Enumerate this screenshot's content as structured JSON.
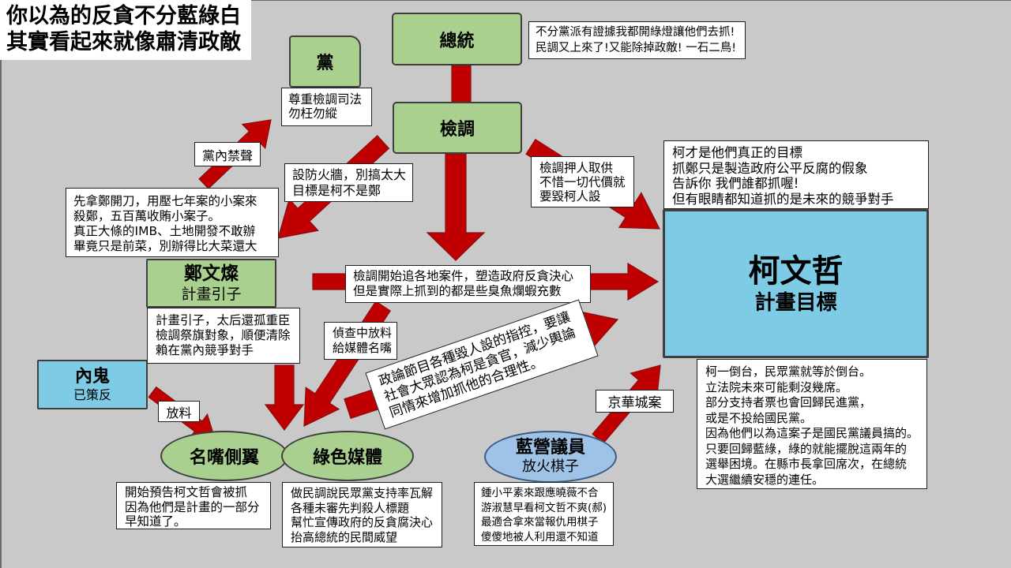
{
  "title": {
    "lines": [
      "你以為的反貪不分藍綠白",
      "其實看起來就像肅清政敵"
    ]
  },
  "colors": {
    "background": "#c9c9c9",
    "node_green": "#a9d08e",
    "node_blue": "#7dcbe5",
    "ellipse_blue": "#9fc3e6",
    "arrow_red": "#c00000"
  },
  "nodes": {
    "president": "總統",
    "party": "黨",
    "prosecutors": "檢調",
    "cheng": {
      "name": "鄭文燦",
      "role": "計畫引子"
    },
    "ko": {
      "name": "柯文哲",
      "role": "計畫目標"
    },
    "mole": {
      "name": "內鬼",
      "role": "已策反"
    },
    "pundits": "名嘴側翼",
    "green_media": "綠色媒體",
    "blue_councilors": {
      "name": "藍營議員",
      "role": "放火棋子"
    }
  },
  "notes": {
    "president": [
      "不分黨派有證據我都開綠燈讓他們去抓!",
      "民調又上來了!又能除掉政敵! 一石二鳥!"
    ],
    "party": [
      "尊重檢調司法",
      "勿枉勿縱"
    ],
    "ko_target": [
      "柯才是他們真正的目標",
      "抓鄭只是製造政府公平反腐的假象",
      "告訴你 我們誰都抓喔!",
      "但有眼睛都知道抓的是未來的競爭對手"
    ],
    "cheng_plan": [
      "先拿鄭開刀，用壓七年案的小案來",
      "殺鄭，五百萬收賄小案子。",
      "真正大條的IMB、土地開發不敢辦",
      "畢竟只是前菜，別辦得比大菜還大"
    ],
    "cheng_role": [
      "計畫引子，太后還孤重臣",
      "檢調祭旗對象，順便清除",
      "賴在黨內競爭對手"
    ],
    "ko_outcome": [
      "柯一倒台，民眾黨就等於倒台。",
      "立法院未來可能剩沒幾席。",
      "部分支持者票也會回歸民進黨，",
      "或是不投給國民黨。",
      "因為他們以為這案子是國民黨議員搞的。",
      "只要回歸藍綠，綠的就能擺脫這兩年的",
      "選舉困境。在縣市長拿回席次，在總統",
      "大選繼續安穩的連任。"
    ],
    "pundits": [
      "開始預告柯文哲會被抓",
      "因為他們是計畫的一部分",
      "早知道了。"
    ],
    "green_media": [
      "做民調說民眾黨支持率瓦解",
      "各種未審先判殺人標題",
      "幫忙宣傳政府的反貪腐決心",
      "抬高總統的民間威望"
    ],
    "blue_councilors": [
      "鍾小平素來跟應曉薇不合",
      "游淑慧早看柯文哲不爽(郝)",
      "最適合拿來當報仇用棋子",
      "傻傻地被人利用還不知道"
    ]
  },
  "arrow_labels": {
    "party_silence": "黨內禁聲",
    "firewall": [
      "設防火牆，別搞太大",
      "目標是柯不是鄭"
    ],
    "detain": [
      "檢調押人取供",
      "不惜一切代價就",
      "要毀柯人設"
    ],
    "cases": [
      "檢調開始追各地案件，塑造政府反貪決心",
      "但是實際上抓到的都是些臭魚爛蝦充數"
    ],
    "leak_media": [
      "偵查中放料",
      "給媒體名嘴"
    ],
    "talkshow": [
      "政論節目各種毀人設的指控，要讓",
      "社會大眾認為柯是貪官，減少輿論",
      "同情來增加抓他的合理性。"
    ],
    "leak": "放料",
    "jinghua": "京華城案"
  }
}
